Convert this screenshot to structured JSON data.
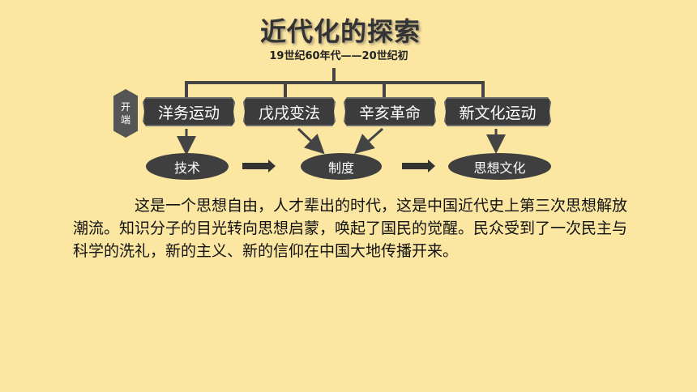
{
  "header": {
    "title": "近代化的探索",
    "subtitle": "19世纪60年代——20世纪初"
  },
  "side_tag": {
    "line1": "开",
    "line2": "端"
  },
  "events": [
    {
      "label": "洋务运动"
    },
    {
      "label": "戊戌变法"
    },
    {
      "label": "辛亥革命"
    },
    {
      "label": "新文化运动"
    }
  ],
  "outcomes": [
    {
      "label": "技术"
    },
    {
      "label": "制度"
    },
    {
      "label": "思想文化"
    }
  ],
  "paragraph": "这是一个思想自由，人才辈出的时代，这是中国近代史上第三次思想解放潮流。知识分子的目光转向思想启蒙，唤起了国民的觉醒。民众受到了一次民主与科学的洗礼，新的主义、新的信仰在中国大地传播开来。",
  "colors": {
    "background": "#FCE7A2",
    "box": "#3c3c3c",
    "connector": "#444444"
  }
}
